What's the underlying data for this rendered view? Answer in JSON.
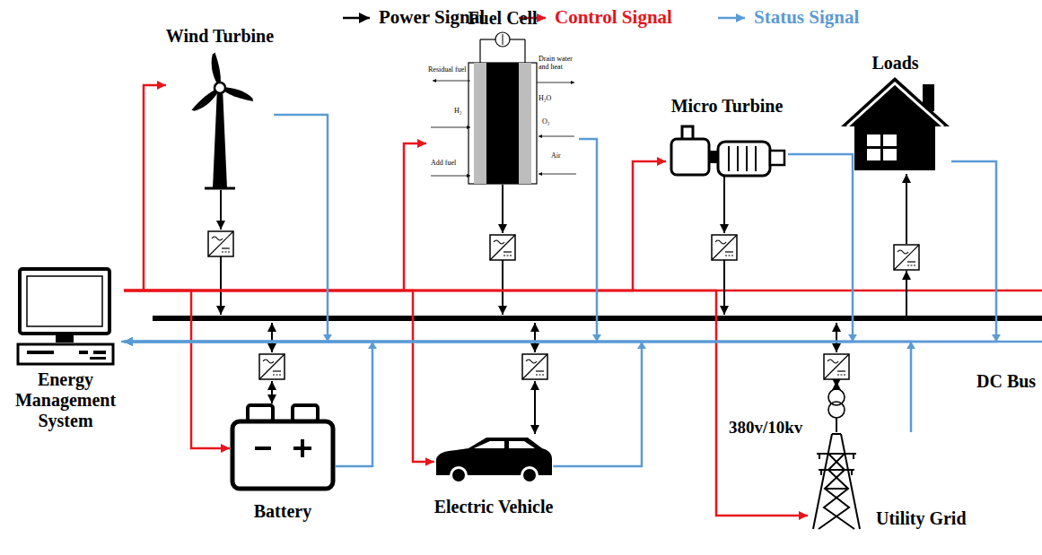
{
  "diagram": {
    "nodes": [
      {
        "text": [
          "Wind Turbine"
        ]
      },
      {
        "text": [
          "Fuel Cell"
        ]
      },
      {
        "text": [
          "Micro Turbine"
        ]
      },
      {
        "text": [
          "Loads"
        ]
      },
      {
        "text": [
          "Energy Management System"
        ]
      },
      {
        "text": [
          "Battery"
        ]
      },
      {
        "text": [
          "Electric Vehicle"
        ]
      },
      {
        "text": [
          "Utility Grid"
        ]
      }
    ],
    "edges": [
      {
        "from": 4,
        "to": 0,
        "arrow": "to"
      },
      {
        "from": 4,
        "to": 1,
        "arrow": "to"
      },
      {
        "from": 4,
        "to": 2,
        "arrow": "to"
      },
      {
        "from": 4,
        "to": 5,
        "arrow": "to"
      },
      {
        "from": 4,
        "to": 6,
        "arrow": "to"
      },
      {
        "from": 4,
        "to": 7,
        "arrow": "to"
      },
      {
        "from": 0,
        "to": 4,
        "arrow": "to"
      },
      {
        "from": 1,
        "to": 4,
        "arrow": "to"
      },
      {
        "from": 2,
        "to": 4,
        "arrow": "to"
      },
      {
        "from": 3,
        "to": 4,
        "arrow": "to"
      },
      {
        "from": 5,
        "to": 4,
        "arrow": "to"
      },
      {
        "from": 6,
        "to": 4,
        "arrow": "to"
      },
      {
        "from": 7,
        "to": 4,
        "arrow": "to"
      }
    ],
    "labels": [
      "Residual fuel",
      "Drain water and heat",
      "H₂O",
      "H₂",
      "O₂",
      "Add fuel",
      "Air",
      "DC Bus",
      "380v/10kv"
    ],
    "legend": [
      {
        "text": "Power Signal"
      },
      {
        "text": "Control Signal"
      },
      {
        "text": "Status Signal"
      }
    ]
  }
}
